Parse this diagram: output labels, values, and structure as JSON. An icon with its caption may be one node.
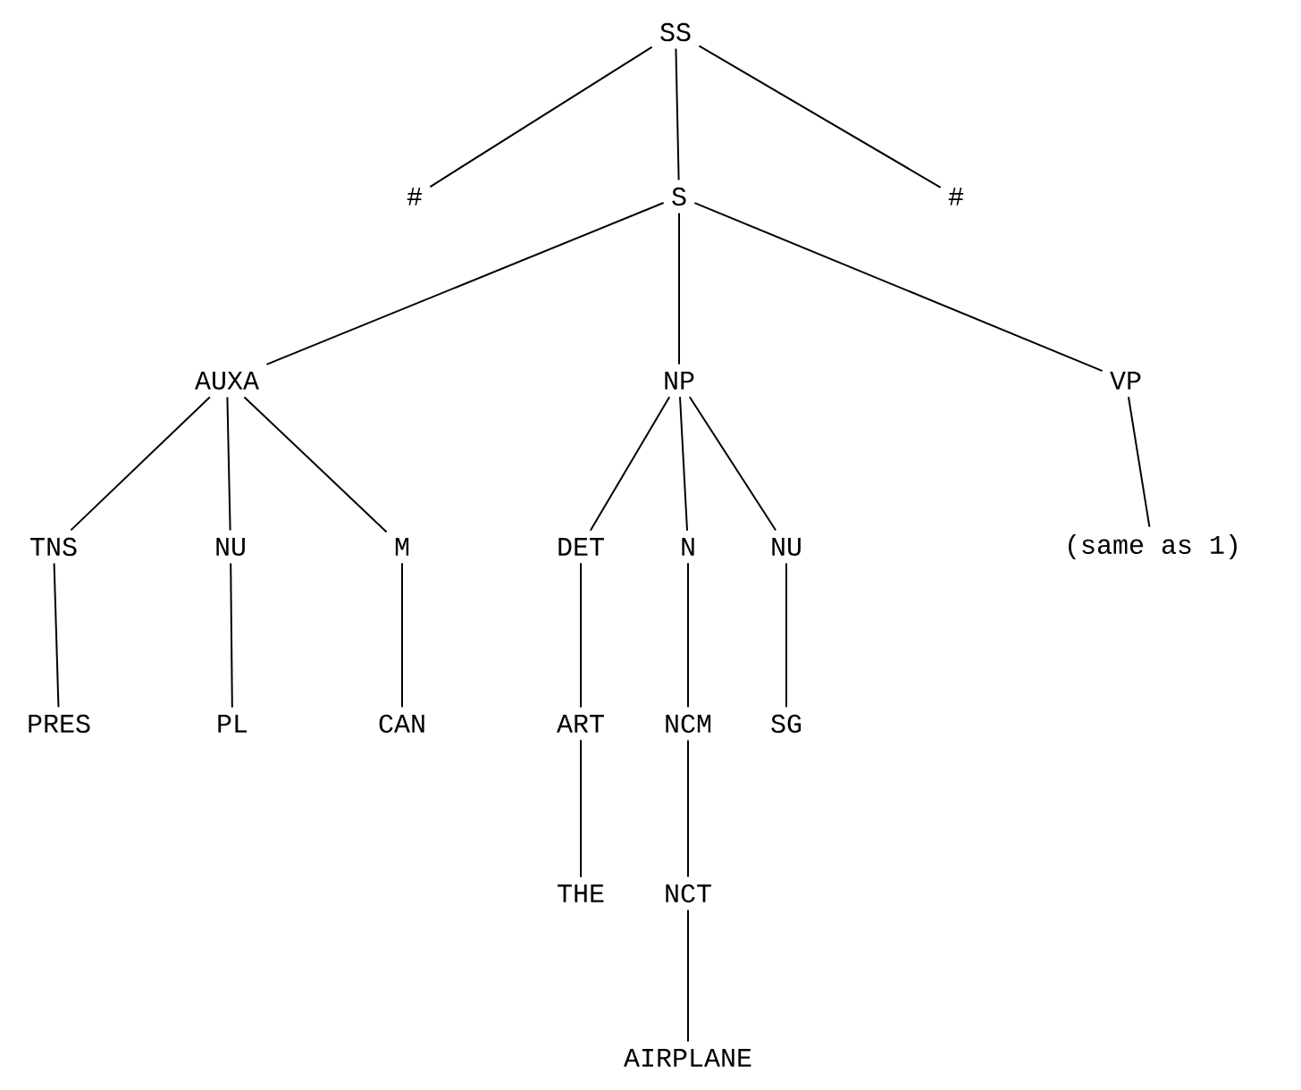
{
  "diagram": {
    "nodes": [
      {
        "text": [
          "SS"
        ]
      },
      {
        "text": [
          "#"
        ]
      },
      {
        "text": [
          "S"
        ]
      },
      {
        "text": [
          "#"
        ]
      },
      {
        "text": [
          "AUXA"
        ]
      },
      {
        "text": [
          "NP"
        ]
      },
      {
        "text": [
          "VP"
        ]
      },
      {
        "text": [
          "TNS"
        ]
      },
      {
        "text": [
          "NU"
        ]
      },
      {
        "text": [
          "M"
        ]
      },
      {
        "text": [
          "DET"
        ]
      },
      {
        "text": [
          "N"
        ]
      },
      {
        "text": [
          "NU"
        ]
      },
      {
        "text": [
          "(same as 1)"
        ]
      },
      {
        "text": [
          "PRES"
        ]
      },
      {
        "text": [
          "PL"
        ]
      },
      {
        "text": [
          "CAN"
        ]
      },
      {
        "text": [
          "ART"
        ]
      },
      {
        "text": [
          "NCM"
        ]
      },
      {
        "text": [
          "SG"
        ]
      },
      {
        "text": [
          "THE"
        ]
      },
      {
        "text": [
          "NCT"
        ]
      },
      {
        "text": [
          "AIRPLANE"
        ]
      }
    ],
    "edges": [
      {
        "from": 0,
        "to": 1,
        "arrow": "none"
      },
      {
        "from": 0,
        "to": 2,
        "arrow": "none"
      },
      {
        "from": 0,
        "to": 3,
        "arrow": "none"
      },
      {
        "from": 2,
        "to": 4,
        "arrow": "none"
      },
      {
        "from": 2,
        "to": 5,
        "arrow": "none"
      },
      {
        "from": 2,
        "to": 6,
        "arrow": "none"
      },
      {
        "from": 4,
        "to": 7,
        "arrow": "none"
      },
      {
        "from": 4,
        "to": 8,
        "arrow": "none"
      },
      {
        "from": 4,
        "to": 9,
        "arrow": "none"
      },
      {
        "from": 5,
        "to": 10,
        "arrow": "none"
      },
      {
        "from": 5,
        "to": 11,
        "arrow": "none"
      },
      {
        "from": 5,
        "to": 12,
        "arrow": "none"
      },
      {
        "from": 6,
        "to": 13,
        "arrow": "none"
      },
      {
        "from": 7,
        "to": 14,
        "arrow": "none"
      },
      {
        "from": 8,
        "to": 15,
        "arrow": "none"
      },
      {
        "from": 9,
        "to": 16,
        "arrow": "none"
      },
      {
        "from": 10,
        "to": 17,
        "arrow": "none"
      },
      {
        "from": 11,
        "to": 18,
        "arrow": "none"
      },
      {
        "from": 12,
        "to": 19,
        "arrow": "none"
      },
      {
        "from": 17,
        "to": 20,
        "arrow": "none"
      },
      {
        "from": 18,
        "to": 21,
        "arrow": "none"
      },
      {
        "from": 21,
        "to": 22,
        "arrow": "none"
      }
    ]
  }
}
